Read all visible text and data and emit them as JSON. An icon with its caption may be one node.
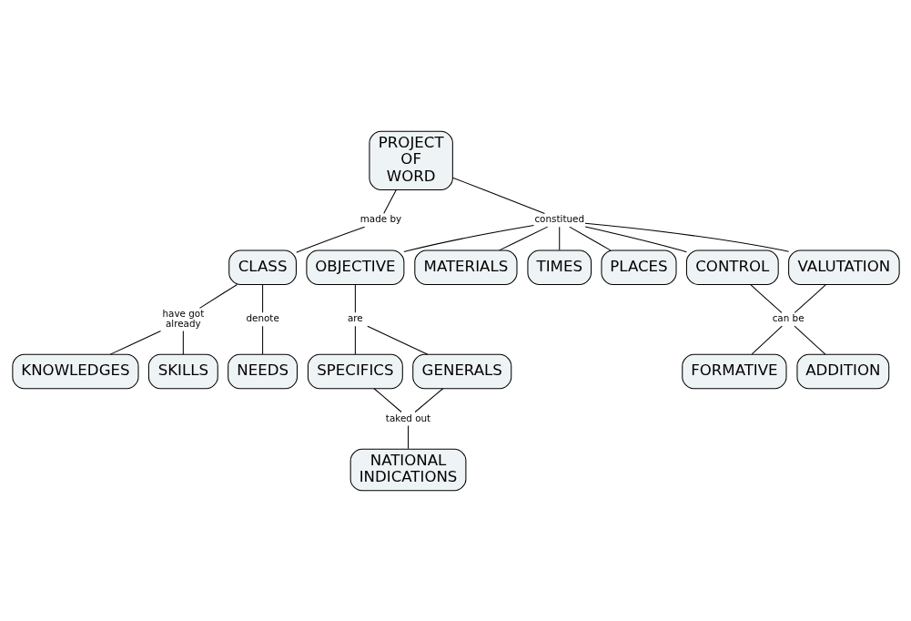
{
  "diagram": {
    "nodes": [
      {
        "text": [
          "PROJECT OF WORD"
        ]
      },
      {
        "text": [
          "made by"
        ]
      },
      {
        "text": [
          "CLASS"
        ]
      },
      {
        "text": [
          "have got already"
        ]
      },
      {
        "text": [
          "denote"
        ]
      },
      {
        "text": [
          "NEEDS"
        ]
      },
      {
        "text": [
          "KNOWLEDGES"
        ]
      },
      {
        "text": [
          "SKILLS"
        ]
      },
      {
        "text": [
          "constitued"
        ]
      },
      {
        "text": [
          "OBJECTIVE"
        ]
      },
      {
        "text": [
          "MATERIALS"
        ]
      },
      {
        "text": [
          "TIMES"
        ]
      },
      {
        "text": [
          "PLACES"
        ]
      },
      {
        "text": [
          "CONTROL"
        ]
      },
      {
        "text": [
          "VALUTATION"
        ]
      },
      {
        "text": [
          "are"
        ]
      },
      {
        "text": [
          "SPECIFICS"
        ]
      },
      {
        "text": [
          "GENERALS"
        ]
      },
      {
        "text": [
          "can be"
        ]
      },
      {
        "text": [
          "FORMATIVE"
        ]
      },
      {
        "text": [
          "ADDITION"
        ]
      },
      {
        "text": [
          "taked out"
        ]
      },
      {
        "text": [
          "NATIONAL INDICATIONS"
        ]
      }
    ],
    "edges": [
      {
        "from": 0,
        "to": 1,
        "arrow": "none"
      },
      {
        "from": 1,
        "to": 2,
        "arrow": "none"
      },
      {
        "from": 2,
        "to": 3,
        "arrow": "none"
      },
      {
        "from": 3,
        "to": 6,
        "arrow": "none"
      },
      {
        "from": 3,
        "to": 7,
        "arrow": "none"
      },
      {
        "from": 2,
        "to": 4,
        "arrow": "none"
      },
      {
        "from": 4,
        "to": 5,
        "arrow": "none"
      },
      {
        "from": 0,
        "to": 8,
        "arrow": "none"
      },
      {
        "from": 8,
        "to": 9,
        "arrow": "none"
      },
      {
        "from": 8,
        "to": 10,
        "arrow": "none"
      },
      {
        "from": 8,
        "to": 11,
        "arrow": "none"
      },
      {
        "from": 8,
        "to": 12,
        "arrow": "none"
      },
      {
        "from": 8,
        "to": 13,
        "arrow": "none"
      },
      {
        "from": 8,
        "to": 14,
        "arrow": "none"
      },
      {
        "from": 9,
        "to": 15,
        "arrow": "none"
      },
      {
        "from": 15,
        "to": 16,
        "arrow": "none"
      },
      {
        "from": 15,
        "to": 17,
        "arrow": "none"
      },
      {
        "from": 13,
        "to": 18,
        "arrow": "none"
      },
      {
        "from": 14,
        "to": 18,
        "arrow": "none"
      },
      {
        "from": 18,
        "to": 19,
        "arrow": "none"
      },
      {
        "from": 18,
        "to": 20,
        "arrow": "none"
      },
      {
        "from": 16,
        "to": 21,
        "arrow": "none"
      },
      {
        "from": 17,
        "to": 21,
        "arrow": "none"
      },
      {
        "from": 21,
        "to": 22,
        "arrow": "none"
      }
    ]
  }
}
